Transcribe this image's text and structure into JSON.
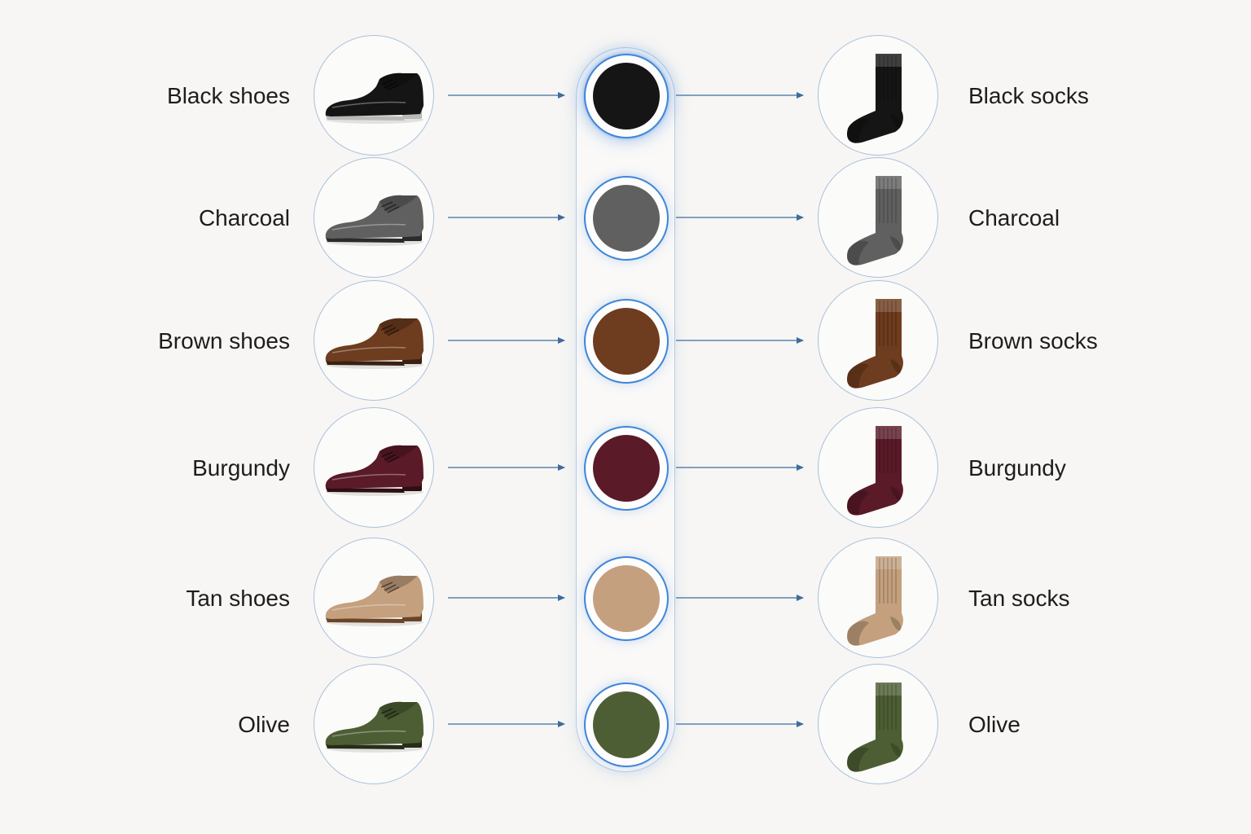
{
  "pairs": [
    {
      "shoe_label": "Black shoes",
      "sock_label": "Black socks",
      "color": "#151515",
      "sole": "#b9b9b9",
      "active": true
    },
    {
      "shoe_label": "Charcoal",
      "sock_label": "Charcoal",
      "color": "#606060",
      "sole": "#2b2b2b",
      "active": false
    },
    {
      "shoe_label": "Brown shoes",
      "sock_label": "Brown socks",
      "color": "#6e3c1e",
      "sole": "#3b2112",
      "active": false
    },
    {
      "shoe_label": "Burgundy",
      "sock_label": "Burgundy",
      "color": "#5a1a28",
      "sole": "#2e0d14",
      "active": false
    },
    {
      "shoe_label": "Tan shoes",
      "sock_label": "Tan socks",
      "color": "#c4a07e",
      "sole": "#6b4426",
      "active": false
    },
    {
      "shoe_label": "Olive",
      "sock_label": "Olive",
      "color": "#4e5e34",
      "sole": "#262d19",
      "active": false
    }
  ],
  "colors": {
    "background": "#f7f6f4",
    "connector": "#3d6d9e",
    "swatch_ring": "#3f86d8",
    "rail_border": "#b5cde6"
  }
}
